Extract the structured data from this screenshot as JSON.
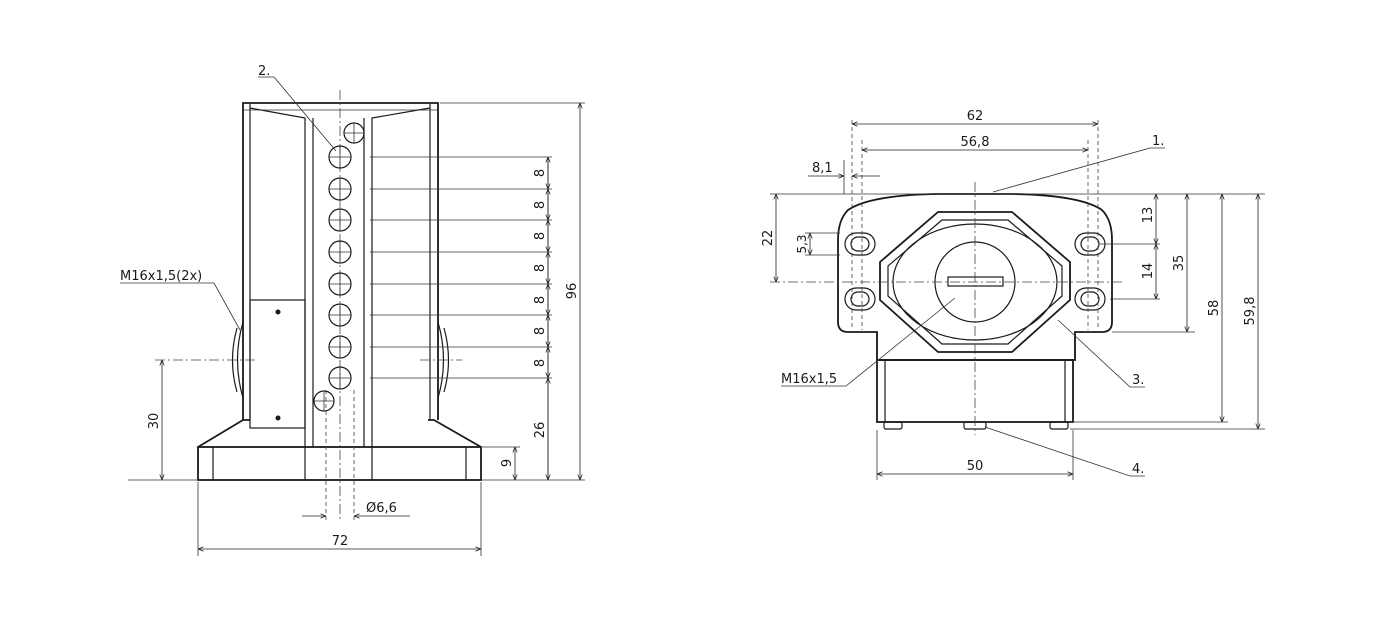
{
  "callouts": {
    "c1": "1.",
    "c2": "2.",
    "c3": "3.",
    "c4": "4."
  },
  "left_view": {
    "thread_label": "M16x1,5(2x)",
    "pitch": "8",
    "dim_26": "26",
    "dim_96": "96",
    "dim_30": "30",
    "dim_9": "9",
    "dim_72": "72",
    "hole_diameter": "Ø6,6"
  },
  "right_view": {
    "dim_62": "62",
    "dim_56_8": "56,8",
    "dim_8_1": "8,1",
    "dim_22": "22",
    "dim_5_3": "5,3",
    "dim_13": "13",
    "dim_14": "14",
    "dim_35": "35",
    "dim_58": "58",
    "dim_59_8": "59,8",
    "dim_50": "50",
    "thread_label": "M16x1,5"
  }
}
